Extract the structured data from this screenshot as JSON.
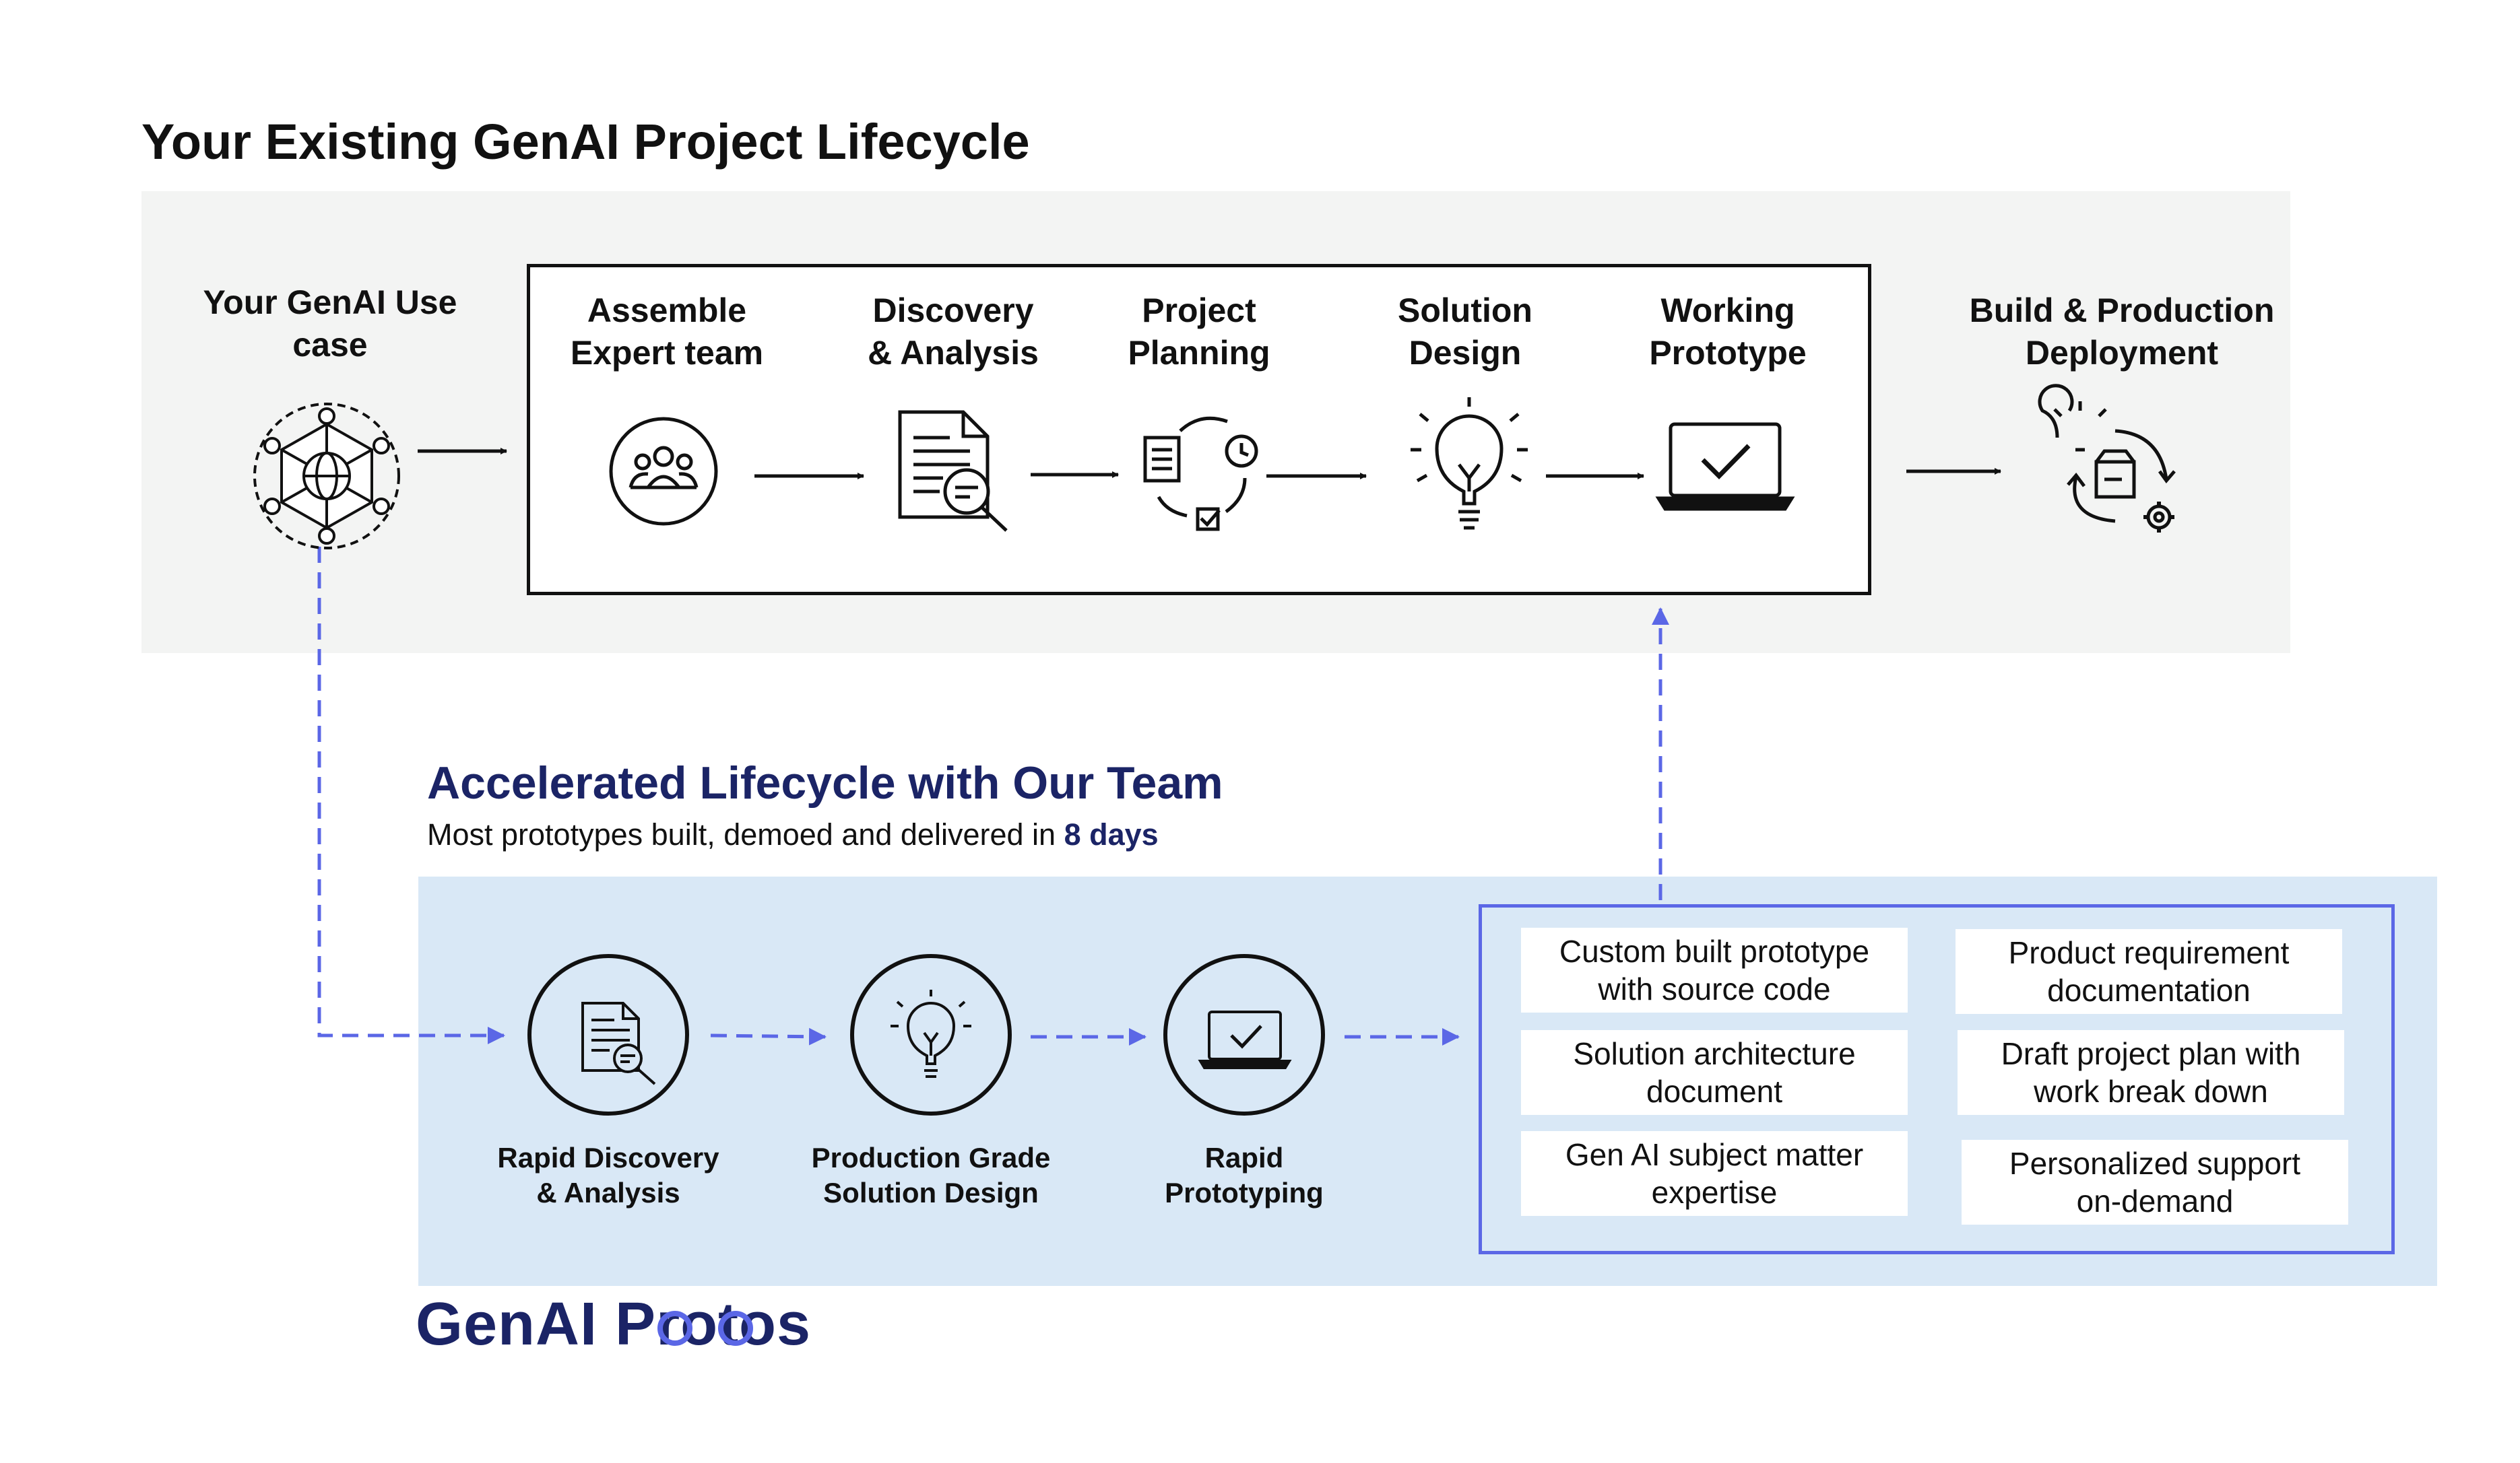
{
  "title": "Your Existing GenAI Project Lifecycle",
  "existing": {
    "use_case": "Your GenAI Use\ncase",
    "steps": [
      {
        "label": "Assemble\nExpert team",
        "icon": "team-icon"
      },
      {
        "label": "Discovery\n& Analysis",
        "icon": "document-search-icon"
      },
      {
        "label": "Project\nPlanning",
        "icon": "planning-cycle-icon"
      },
      {
        "label": "Solution\nDesign",
        "icon": "lightbulb-icon"
      },
      {
        "label": "Working\nPrototype",
        "icon": "laptop-check-icon"
      }
    ],
    "deployment": "Build & Production\nDeployment"
  },
  "accelerated": {
    "title": "Accelerated Lifecycle with Our Team",
    "subtitle_prefix": "Most prototypes built, demoed and delivered in",
    "subtitle_highlight": "8 days",
    "steps": [
      {
        "label": "Rapid Discovery\n& Analysis",
        "icon": "document-search-icon"
      },
      {
        "label": "Production Grade\nSolution Design",
        "icon": "lightbulb-icon"
      },
      {
        "label": "Rapid\nPrototyping",
        "icon": "laptop-check-icon"
      }
    ],
    "deliverables": [
      "Custom built prototype\nwith source code",
      "Product requirement\ndocumentation",
      "Solution architecture\ndocument",
      "Draft project plan with\nwork break down",
      "Gen AI subject matter\nexpertise",
      "Personalized support\non-demand"
    ]
  },
  "logo": "GenAI Protos",
  "colors": {
    "accent": "#5b67e6",
    "navy": "#1b2466",
    "panel_gray": "#f3f4f3",
    "panel_blue": "#d9e8f6"
  }
}
